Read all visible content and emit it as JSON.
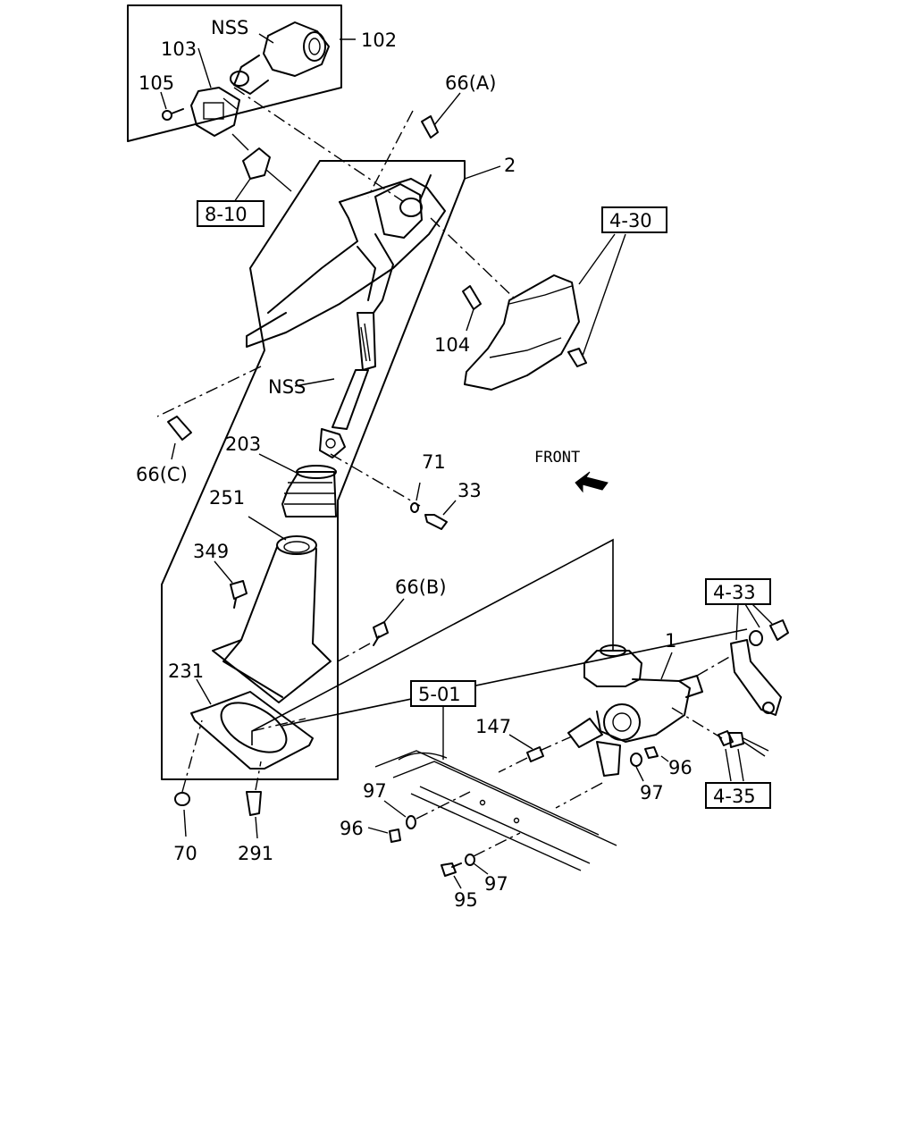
{
  "labels": {
    "p102": "102",
    "nss_top": "NSS",
    "p103": "103",
    "p105": "105",
    "p66a": "66(A)",
    "p2": "2",
    "p104": "104",
    "nss_mid": "NSS",
    "p66c": "66(C)",
    "p203": "203",
    "p71": "71",
    "p33": "33",
    "p251": "251",
    "p349": "349",
    "p66b": "66(B)",
    "p231": "231",
    "p70": "70",
    "p291": "291",
    "p1": "1",
    "p147": "147",
    "p96a": "96",
    "p97a": "97",
    "p97b": "97",
    "p96b": "96",
    "p95": "95",
    "p97c": "97"
  },
  "refs": {
    "r810": "8-10",
    "r430": "4-30",
    "r433": "4-33",
    "r501": "5-01",
    "r435": "4-35"
  },
  "front_label": "FRONT"
}
